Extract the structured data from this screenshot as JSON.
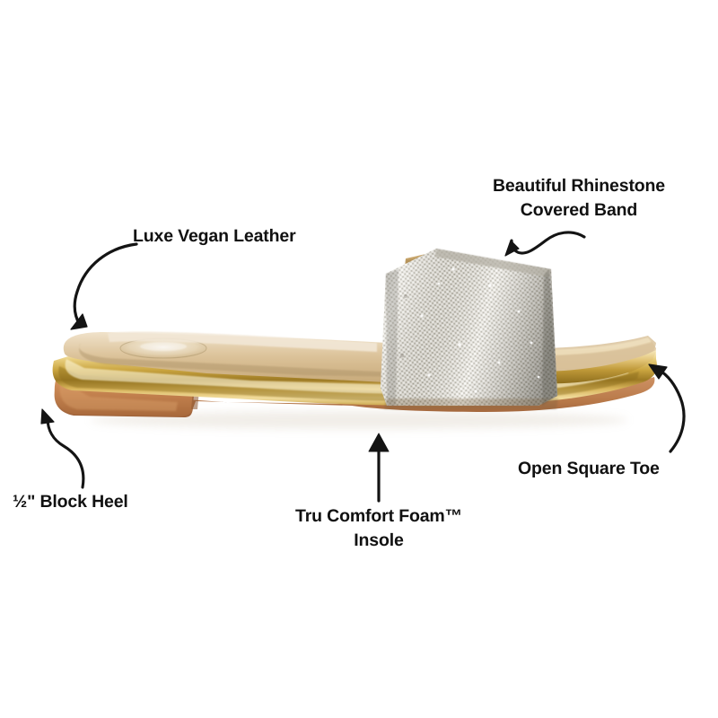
{
  "image": {
    "subject": "Women's rhinestone flat slide sandal, side profile",
    "background_color": "#ffffff",
    "text_color": "#111111"
  },
  "callouts": [
    {
      "id": "rhinestone-band",
      "name": "beautiful-rhinestone-covered-band",
      "line1": "Beautiful Rhinestone",
      "line2": "Covered Band",
      "arrow": "wavy-arrow-down-left"
    },
    {
      "id": "vegan-leather",
      "name": "luxe-vegan-leather",
      "line1": "Luxe Vegan Leather",
      "line2": "",
      "arrow": "curved-arrow-down-left"
    },
    {
      "id": "block-heel",
      "name": "half-inch-block-heel",
      "line1": "½\" Block Heel",
      "line2": "",
      "arrow": "s-curve-arrow-up-left"
    },
    {
      "id": "comfort-insole",
      "name": "tru-comfort-foam-insole",
      "line1": "Tru Comfort Foam™",
      "line2": "Insole",
      "arrow": "straight-arrow-up"
    },
    {
      "id": "square-toe",
      "name": "open-square-toe",
      "line1": "Open Square Toe",
      "line2": "",
      "arrow": "curved-arrow-up-left"
    }
  ],
  "product": {
    "name": "rhinestone-slide-sandal",
    "parts": {
      "rhinestone_band": "Dense silver crystal covered band",
      "footbed": "Tan padded insole",
      "sole_rim": "Polished gold metallic sole rim",
      "heel_block": "Caramel brown half-inch block heel",
      "outsole": "Tan outsole edge",
      "logo_medallion": "Oval brand medallion at heel"
    },
    "colors": {
      "gold_bright": "#E8C46A",
      "gold_deep": "#B8922F",
      "gold_light": "#F3DFA4",
      "tan_footbed": "#D6BC95",
      "heel_brown": "#C4824F",
      "heel_brown_dark": "#A96A3C",
      "rhinestone_light": "#E6E4DE",
      "rhinestone_mid": "#C9C6BC",
      "rhinestone_dark": "#A39F94",
      "band_backing": "#C8A96E"
    }
  }
}
